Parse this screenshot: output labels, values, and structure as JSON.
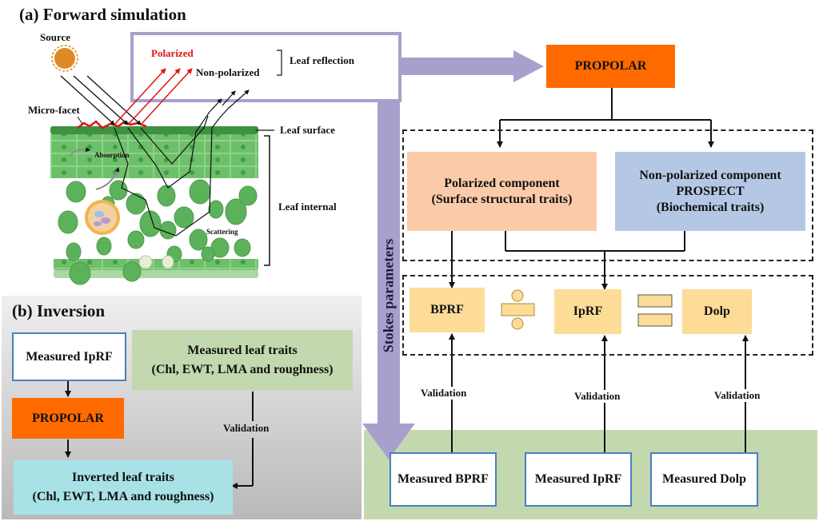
{
  "panel_a": {
    "title": "(a) Forward simulation",
    "source_label": "Source",
    "micro_facet_label": "Micro-facet",
    "polarized_label": "Polarized",
    "non_polarized_label": "Non-polarized",
    "leaf_reflection_label": "Leaf reflection",
    "leaf_surface_label": "Leaf surface",
    "leaf_internal_label": "Leaf internal",
    "absorption_label": "Absorption",
    "scattering_label": "Scattering",
    "stokes_label": "Stokes parameters",
    "propolar_label": "PROPOLAR",
    "polarized_component": {
      "line1": "Polarized component",
      "line2": "(Surface structural traits)"
    },
    "non_polarized_component": {
      "line1": "Non-polarized component",
      "line2": "PROSPECT",
      "line3": "(Biochemical traits)"
    },
    "bprf_label": "BPRF",
    "iprf_label": "IpRF",
    "dolp_label": "Dolp",
    "validation_label": "Validation",
    "measured": [
      "Measured BPRF",
      "Measured IpRF",
      "Measured Dolp"
    ]
  },
  "panel_b": {
    "title": "(b) Inversion",
    "measured_iprf": "Measured IpRF",
    "propolar_label": "PROPOLAR",
    "measured_traits": {
      "line1": "Measured leaf traits",
      "line2": "(Chl, EWT, LMA and roughness)"
    },
    "inverted_traits": {
      "line1": "Inverted leaf traits",
      "line2": "(Chl, EWT, LMA and roughness)"
    },
    "validation_label": "Validation"
  },
  "colors": {
    "propolar": "#ff6a00",
    "polarized_component": "#fbcba9",
    "non_polarized_component": "#b4c8e6",
    "ratio_box": "#fcdc97",
    "measured_bg": "#c3d8ae",
    "inverted": "#a9e2e6",
    "arrow_purple": "#a8a0cc",
    "polarized_ray": "#e01414",
    "source": "#e08a26"
  }
}
